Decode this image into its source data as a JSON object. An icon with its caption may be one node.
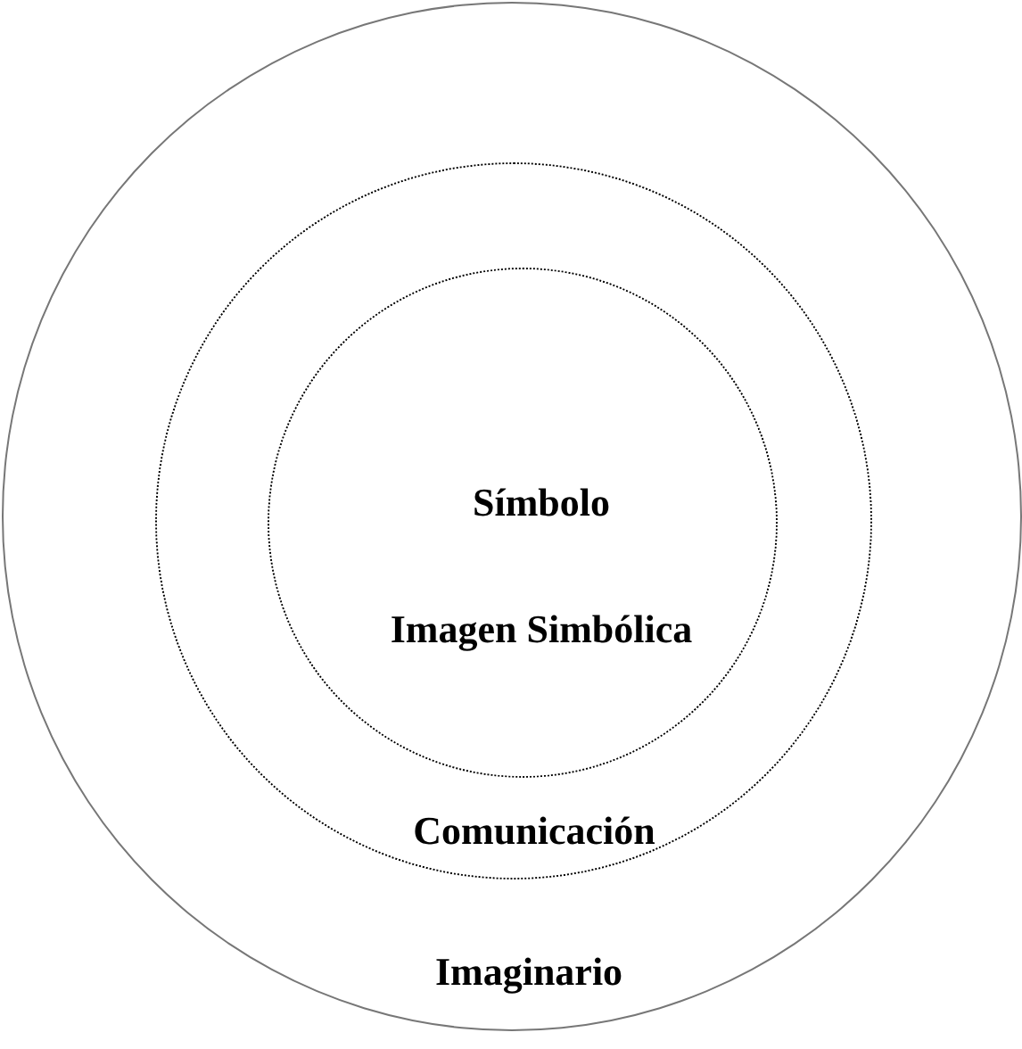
{
  "diagram": {
    "nodes": [
      {
        "text": [
          "Imaginario"
        ]
      },
      {
        "text": [
          "Comunicación"
        ],
        "in": 0
      },
      {
        "text": [
          "Símbolo",
          "Imagen Simbólica"
        ],
        "in": 1
      }
    ]
  }
}
